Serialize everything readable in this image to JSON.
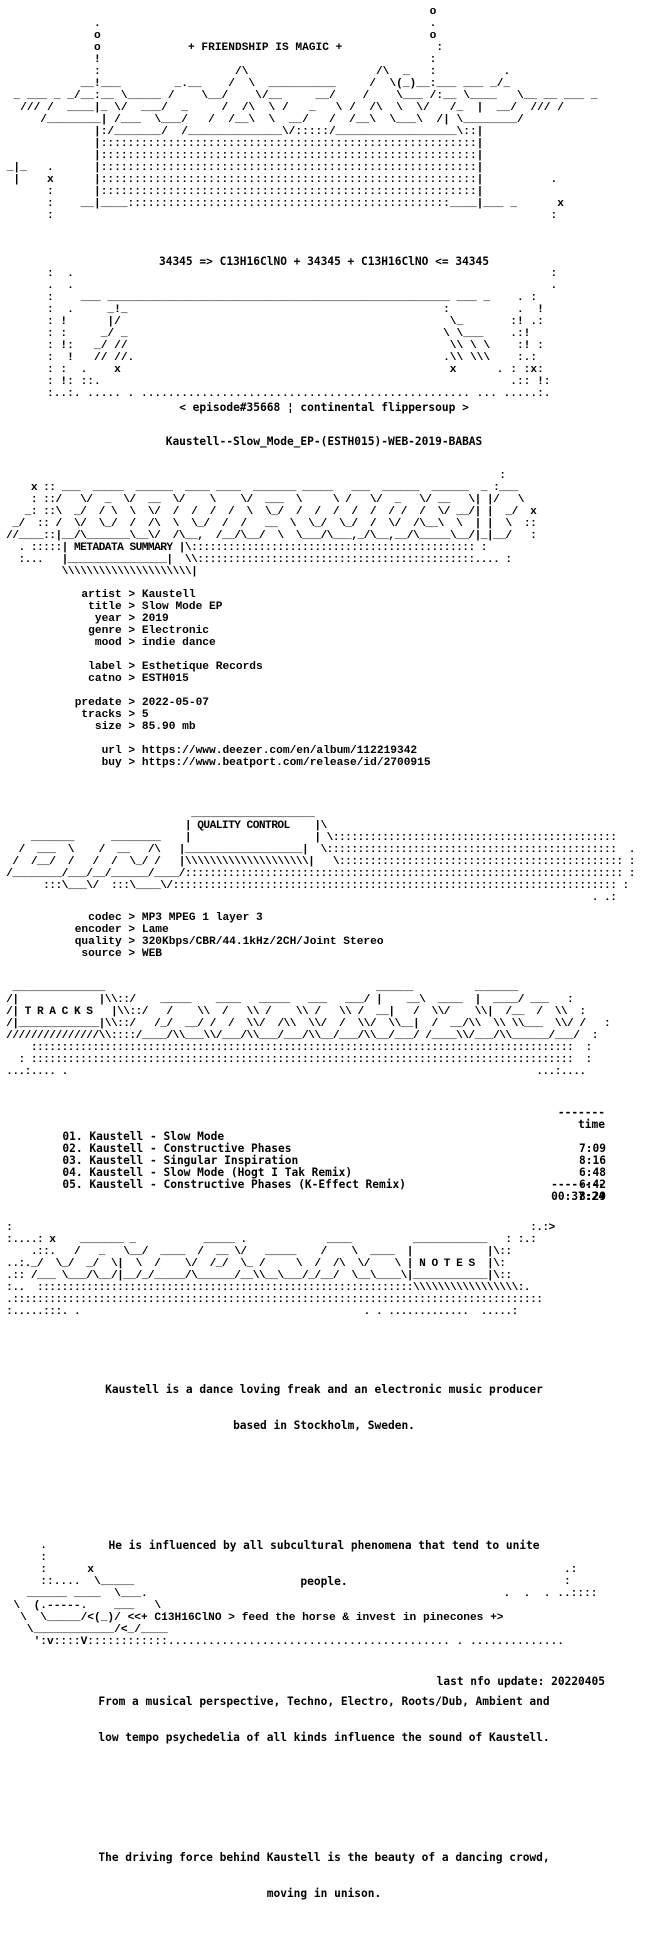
{
  "header": {
    "tagline": "+ FRIENDSHIP IS MAGIC +",
    "formula": "34345 => C13H16ClNO + 34345 + C13H16ClNO <= 34345"
  },
  "episode": "< episode#35668 ¦ continental flippersoup >",
  "release_name": "Kaustell--Slow_Mode_EP-(ESTH015)-WEB-2019-BABAS",
  "metadata": {
    "section_title": "METADATA SUMMARY",
    "rows": [
      [
        "artist",
        "Kaustell"
      ],
      [
        "title",
        "Slow Mode EP"
      ],
      [
        "year",
        "2019"
      ],
      [
        "genre",
        "Electronic"
      ],
      [
        "mood",
        "indie dance"
      ],
      [
        "",
        ""
      ],
      [
        "label",
        "Esthetique Records"
      ],
      [
        "catno",
        "ESTH015"
      ],
      [
        "",
        ""
      ],
      [
        "predate",
        "2022-05-07"
      ],
      [
        "tracks",
        "5"
      ],
      [
        "size",
        "85.90 mb"
      ],
      [
        "",
        ""
      ],
      [
        "url",
        "https://www.deezer.com/en/album/112219342"
      ],
      [
        "buy",
        "https://www.beatport.com/release/id/2700915"
      ]
    ]
  },
  "quality": {
    "section_title": "QUALITY CONTROL",
    "rows": [
      [
        "codec",
        "MP3 MPEG 1 layer 3"
      ],
      [
        "encoder",
        "Lame"
      ],
      [
        "quality",
        "320Kbps/CBR/44.1kHz/2CH/Joint Stereo"
      ],
      [
        "source",
        "WEB"
      ]
    ]
  },
  "tracks": {
    "section_title": "T R A C K S",
    "time_header": "time",
    "items": [
      [
        "01.",
        "Kaustell - Slow Mode",
        "7:09"
      ],
      [
        "02.",
        "Kaustell - Constructive Phases",
        "8:16"
      ],
      [
        "03.",
        "Kaustell - Singular Inspiration",
        "6:48"
      ],
      [
        "04.",
        "Kaustell - Slow Mode (Hogt I Tak Remix)",
        "6:42"
      ],
      [
        "05.",
        "Kaustell - Constructive Phases (K-Effect Remix)",
        "8:29"
      ]
    ],
    "total": "00:37:24"
  },
  "notes": {
    "section_title": "N O T E S",
    "paragraphs": [
      [
        "Kaustell is a dance loving freak and an electronic music producer",
        "based in Stockholm, Sweden."
      ],
      [
        "He is influenced by all subcultural phenomena that tend to unite",
        "people."
      ],
      [
        "From a musical perspective, Techno, Electro, Roots/Dub, Ambient and",
        "low tempo psychedelia of all kinds influence the sound of Kaustell."
      ],
      [
        "The driving force behind Kaustell is the beauty of a dancing crowd,",
        "moving in unison."
      ]
    ]
  },
  "footer": {
    "slogan": "<<+ C13H16ClNO > feed the horse & invest in pinecones +>",
    "last_update": "last nfo update: 20220405"
  }
}
